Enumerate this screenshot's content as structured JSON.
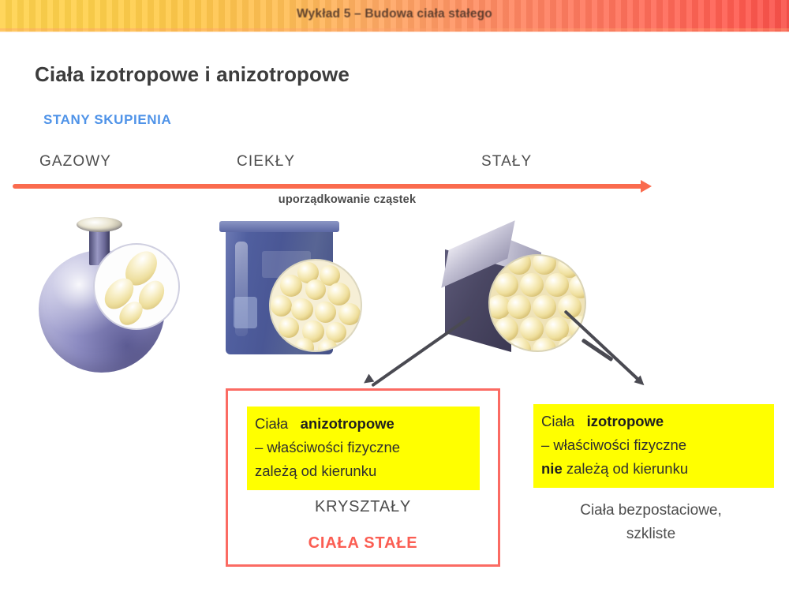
{
  "banner": {
    "title": "Wykład 5 – Budowa ciała stałego",
    "gradient_start": "#ffd24d",
    "gradient_end": "#f9514a"
  },
  "slide": {
    "title": "Ciała izotropowe i anizotropowe",
    "subtitle": "STANY SKUPIENIA",
    "subtitle_color": "#4f93e8"
  },
  "states": {
    "gas": "GAZOWY",
    "liquid": "CIEKŁY",
    "solid": "STAŁY"
  },
  "arrow": {
    "caption": "uporządkowanie cząstek",
    "color": "#fa6b4e"
  },
  "illustrations": {
    "gas": "round-bottom-flask-icon",
    "liquid": "beaker-icon",
    "solid": "cube-icon",
    "magnifier_gas": "magnifier-gas-molecules-icon",
    "magnifier_liquid": "magnifier-liquid-molecules-icon",
    "magnifier_solid": "magnifier-crystal-lattice-icon"
  },
  "left_box": {
    "border_color": "#fb6b63",
    "highlight_color": "#ffff00",
    "line1_a": "Ciała",
    "line1_b": "anizotropowe",
    "line2": "– właściwości fizyczne",
    "line3": "zależą od kierunku",
    "subtitle": "KRYSZTAŁY",
    "footer": "CIAŁA STAŁE",
    "footer_color": "#fb5d52"
  },
  "right_box": {
    "highlight_color": "#ffff00",
    "line1_a": "Ciała",
    "line1_b": "izotropowe",
    "line2": "– właściwości fizyczne",
    "line3_a": "nie",
    "line3_b": "zależą od kierunku",
    "subtitle_line1": "Ciała bezpostaciowe,",
    "subtitle_line2": "szkliste"
  }
}
